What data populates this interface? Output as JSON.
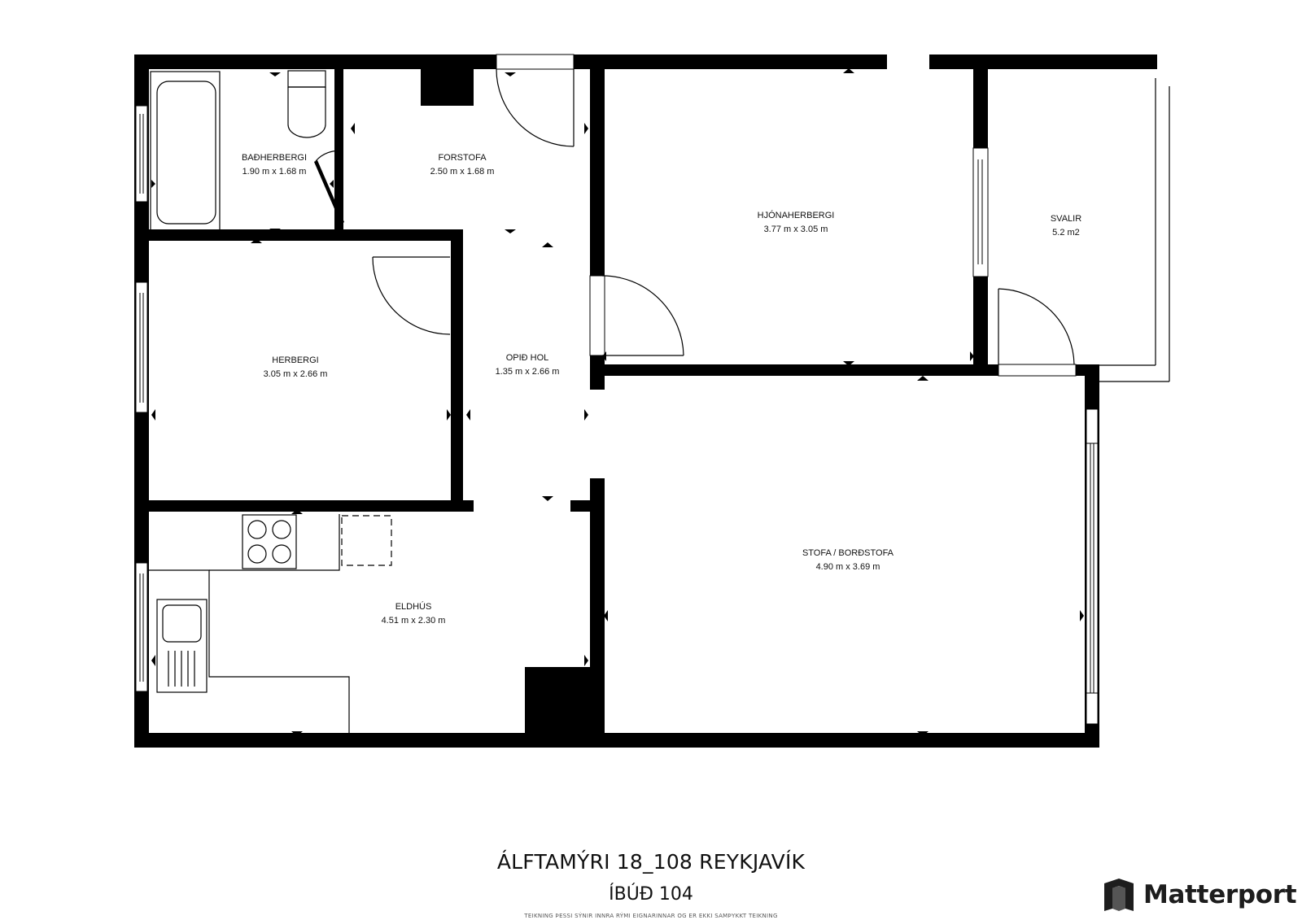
{
  "rooms": [
    {
      "id": "bathroom",
      "name": "BAÐHERBERGI",
      "size": "1.90 m x 1.68 m"
    },
    {
      "id": "entrance",
      "name": "FORSTOFA",
      "size": "2.50 m x 1.68 m"
    },
    {
      "id": "master-bedroom",
      "name": "HJÓNAHERBERGI",
      "size": "3.77 m x 3.05 m"
    },
    {
      "id": "balcony",
      "name": "SVALIR",
      "size": "5.2 m2"
    },
    {
      "id": "bedroom",
      "name": "HERBERGI",
      "size": "3.05 m x 2.66 m"
    },
    {
      "id": "open-hall",
      "name": "OPIÐ HOL",
      "size": "1.35 m x 2.66 m"
    },
    {
      "id": "living-dining",
      "name": "STOFA / BORÐSTOFA",
      "size": "4.90 m x 3.69 m"
    },
    {
      "id": "kitchen",
      "name": "ELDHÚS",
      "size": "4.51 m x 2.30 m"
    }
  ],
  "footer": {
    "address": "ÁLFTAMÝRI 18_108 REYKJAVÍK",
    "unit": "ÍBÚÐ 104",
    "disclaimer": "TEIKNING ÞESSI SÝNIR INNRA RÝMI EIGNARINNAR OG ER EKKI SAMÞYKKT TEIKNING"
  },
  "brand": {
    "name": "Matterport"
  },
  "colors": {
    "wall": "#000000",
    "background": "#ffffff",
    "line": "#000000"
  }
}
